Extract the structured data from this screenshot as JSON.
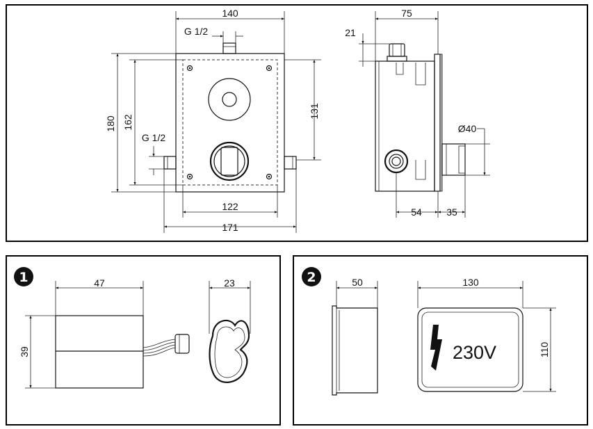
{
  "main_drawing": {
    "front_view": {
      "width_top": "140",
      "inlet_top": "G 1/2",
      "height_outer": "180",
      "height_inner": "162",
      "height_right": "131",
      "inlet_side": "G 1/2",
      "width_inner": "122",
      "width_total": "171"
    },
    "side_view": {
      "depth": "75",
      "pipe_height": "21",
      "diameter": "Ø40",
      "offset": "54",
      "flange": "35"
    }
  },
  "panel_1": {
    "badge": "1",
    "width": "47",
    "height": "39",
    "side_width": "23"
  },
  "panel_2": {
    "badge": "2",
    "depth": "50",
    "width": "130",
    "height": "110",
    "voltage": "230V"
  }
}
